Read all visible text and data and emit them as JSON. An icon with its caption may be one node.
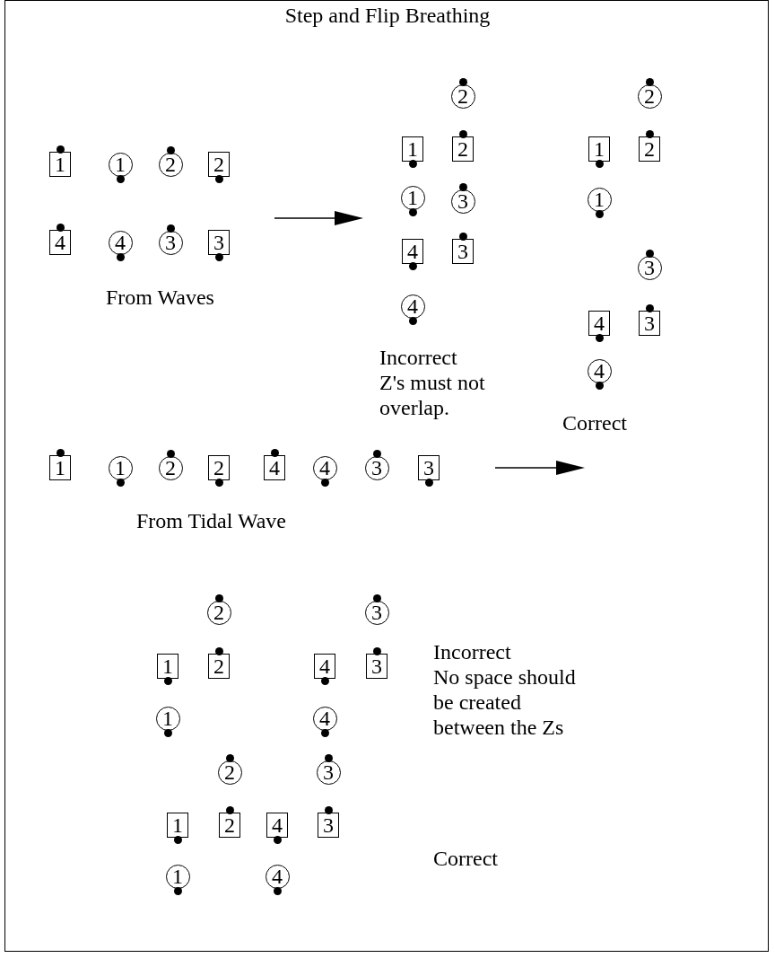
{
  "diagram": {
    "title": "Step and Flip Breathing",
    "nodes": [
      {
        "text": [
          "1"
        ]
      },
      {
        "text": [
          "1"
        ]
      },
      {
        "text": [
          "2"
        ]
      },
      {
        "text": [
          "2"
        ]
      },
      {
        "text": [
          "4"
        ]
      },
      {
        "text": [
          "4"
        ]
      },
      {
        "text": [
          "3"
        ]
      },
      {
        "text": [
          "3"
        ]
      },
      {
        "text": [
          "2"
        ]
      },
      {
        "text": [
          "1"
        ]
      },
      {
        "text": [
          "2"
        ]
      },
      {
        "text": [
          "1"
        ]
      },
      {
        "text": [
          "3"
        ]
      },
      {
        "text": [
          "4"
        ]
      },
      {
        "text": [
          "3"
        ]
      },
      {
        "text": [
          "4"
        ]
      },
      {
        "text": [
          "2"
        ]
      },
      {
        "text": [
          "1"
        ]
      },
      {
        "text": [
          "2"
        ]
      },
      {
        "text": [
          "1"
        ]
      },
      {
        "text": [
          "3"
        ]
      },
      {
        "text": [
          "4"
        ]
      },
      {
        "text": [
          "3"
        ]
      },
      {
        "text": [
          "4"
        ]
      },
      {
        "text": [
          "1"
        ]
      },
      {
        "text": [
          "1"
        ]
      },
      {
        "text": [
          "2"
        ]
      },
      {
        "text": [
          "2"
        ]
      },
      {
        "text": [
          "4"
        ]
      },
      {
        "text": [
          "4"
        ]
      },
      {
        "text": [
          "3"
        ]
      },
      {
        "text": [
          "3"
        ]
      },
      {
        "text": [
          "2"
        ]
      },
      {
        "text": [
          "3"
        ]
      },
      {
        "text": [
          "1"
        ]
      },
      {
        "text": [
          "2"
        ]
      },
      {
        "text": [
          "4"
        ]
      },
      {
        "text": [
          "3"
        ]
      },
      {
        "text": [
          "1"
        ]
      },
      {
        "text": [
          "4"
        ]
      },
      {
        "text": [
          "2"
        ]
      },
      {
        "text": [
          "3"
        ]
      },
      {
        "text": [
          "1"
        ]
      },
      {
        "text": [
          "2"
        ]
      },
      {
        "text": [
          "4"
        ]
      },
      {
        "text": [
          "3"
        ]
      },
      {
        "text": [
          "1"
        ]
      },
      {
        "text": [
          "4"
        ]
      }
    ],
    "labels": [
      "From Waves",
      "Incorrect",
      "Z's must not overlap.",
      "Correct",
      "From Tidal Wave",
      "Incorrect",
      "No space should be created between the Zs",
      "Correct"
    ]
  }
}
